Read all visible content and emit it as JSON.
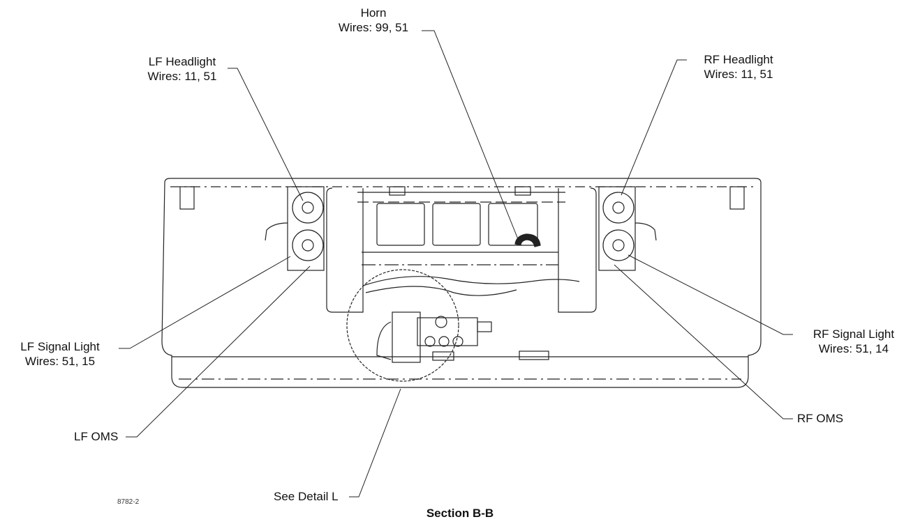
{
  "labels": {
    "horn": {
      "name": "Horn",
      "wires": "Wires: 99, 51"
    },
    "lf_headlight": {
      "name": "LF Headlight",
      "wires": "Wires: 11, 51"
    },
    "rf_headlight": {
      "name": "RF Headlight",
      "wires": "Wires: 11, 51"
    },
    "lf_signal": {
      "name": "LF Signal Light",
      "wires": "Wires: 51, 15"
    },
    "rf_signal": {
      "name": "RF Signal Light",
      "wires": "Wires: 51, 14"
    },
    "lf_oms": "LF OMS",
    "rf_oms": "RF OMS",
    "detail": "See Detail L"
  },
  "figure_number": "8782-2",
  "title": "Section B-B"
}
